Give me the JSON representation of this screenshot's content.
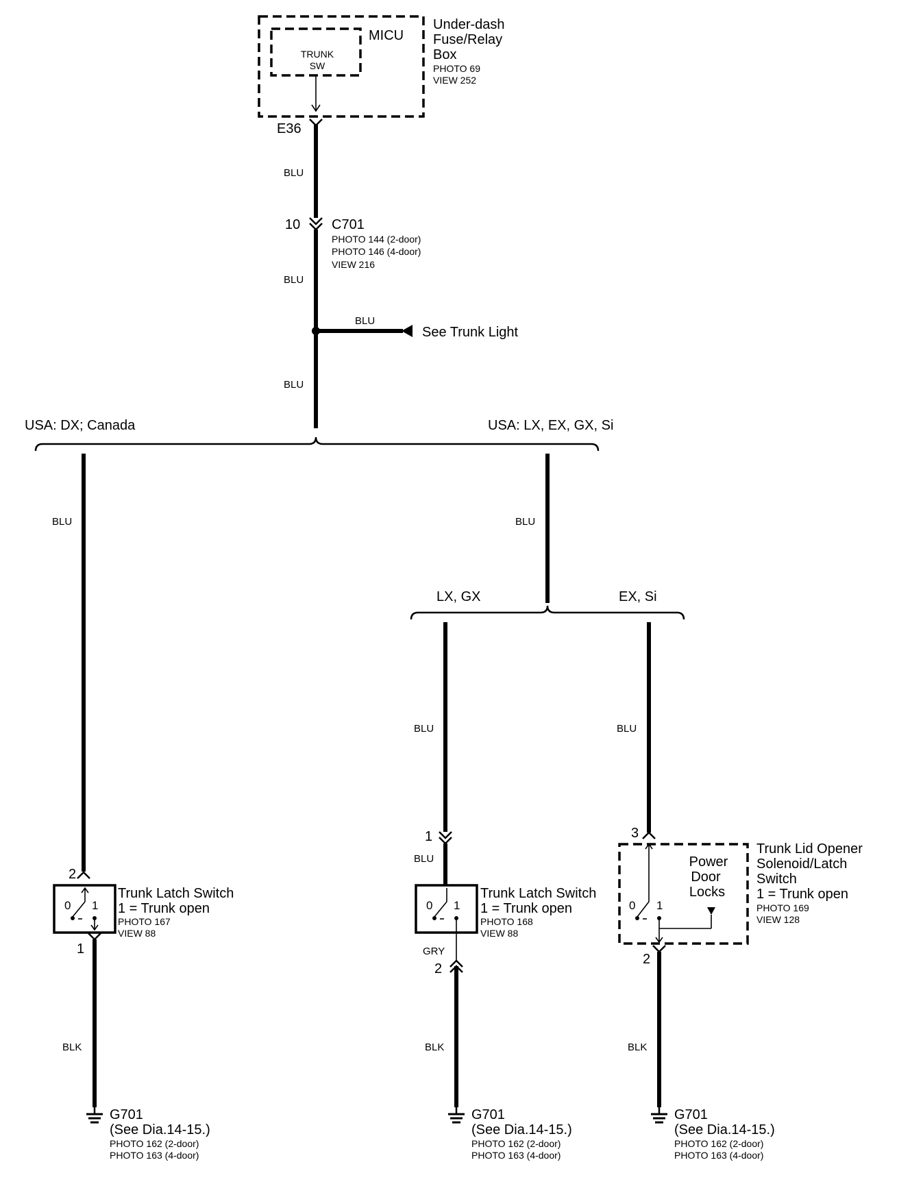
{
  "micu": {
    "title": "MICU",
    "inner_line1": "TRUNK",
    "inner_line2": "SW",
    "label_line1": "Under-dash",
    "label_line2": "Fuse/Relay",
    "label_line3": "Box",
    "photo": "PHOTO 69",
    "view": "VIEW 252",
    "connector": "E36"
  },
  "c701": {
    "pin": "10",
    "name": "C701",
    "photo1": "PHOTO 144 (2-door)",
    "photo2": "PHOTO 146 (4-door)",
    "view": "VIEW 216"
  },
  "wires": {
    "blu": "BLU",
    "blk": "BLK",
    "gry": "GRY"
  },
  "trunk_light": {
    "label": "See Trunk Light"
  },
  "branches": {
    "left": "USA: DX; Canada",
    "right": "USA: LX, EX, GX, Si",
    "sub_left": "LX, GX",
    "sub_right": "EX, Si"
  },
  "switch_left": {
    "pin_top": "2",
    "pin_bottom": "1",
    "name": "Trunk Latch Switch",
    "state": "1 = Trunk open",
    "photo": "PHOTO 167",
    "view": "VIEW 88",
    "pos0": "0",
    "pos1": "1"
  },
  "switch_mid": {
    "pin_top": "1",
    "pin_bottom": "2",
    "name": "Trunk Latch Switch",
    "state": "1 = Trunk open",
    "photo": "PHOTO 168",
    "view": "VIEW 88",
    "pos0": "0",
    "pos1": "1"
  },
  "switch_right": {
    "pin_top": "3",
    "pin_bottom": "2",
    "name_line1": "Trunk Lid Opener",
    "name_line2": "Solenoid/Latch",
    "name_line3": "Switch",
    "state": "1 = Trunk open",
    "photo": "PHOTO 169",
    "view": "VIEW 128",
    "pdl_line1": "Power",
    "pdl_line2": "Door",
    "pdl_line3": "Locks",
    "pos0": "0",
    "pos1": "1"
  },
  "ground_left": {
    "name": "G701",
    "see": "(See Dia.14-15.)",
    "photo1": "PHOTO 162 (2-door)",
    "photo2": "PHOTO 163 (4-door)"
  },
  "ground_mid": {
    "name": "G701",
    "see": "(See Dia.14-15.)",
    "photo1": "PHOTO 162 (2-door)",
    "photo2": "PHOTO 163 (4-door)"
  },
  "ground_right": {
    "name": "G701",
    "see": "(See  Dia.14-15.)",
    "photo1": "PHOTO 162 (2-door)",
    "photo2": "PHOTO 163 (4-door)"
  }
}
